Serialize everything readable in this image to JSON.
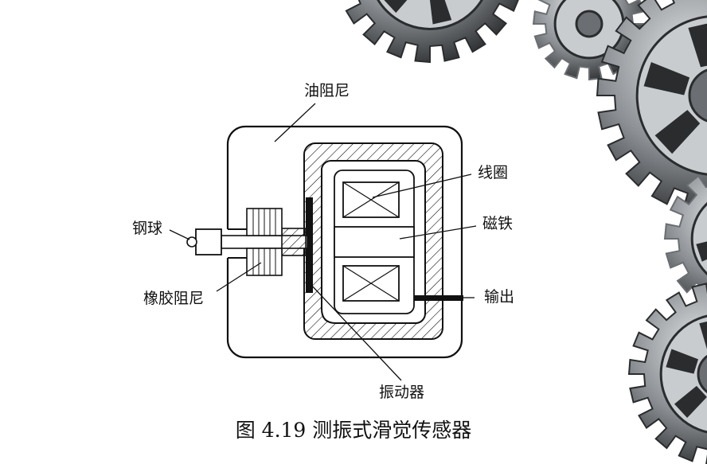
{
  "labels": {
    "oil_damper": "油阻尼",
    "coil": "线圈",
    "magnet": "磁铁",
    "steel_ball": "钢球",
    "rubber_damper": "橡胶阻尼",
    "output": "输出",
    "vibrator": "振动器"
  },
  "caption": "图 4.19 测振式滑觉传感器",
  "colors": {
    "line": "#111111",
    "gear_dark": "#2a2c2e",
    "gear_mid": "#6b6e72",
    "gear_light": "#c9cccf"
  },
  "decor_icon": "gear-icon"
}
